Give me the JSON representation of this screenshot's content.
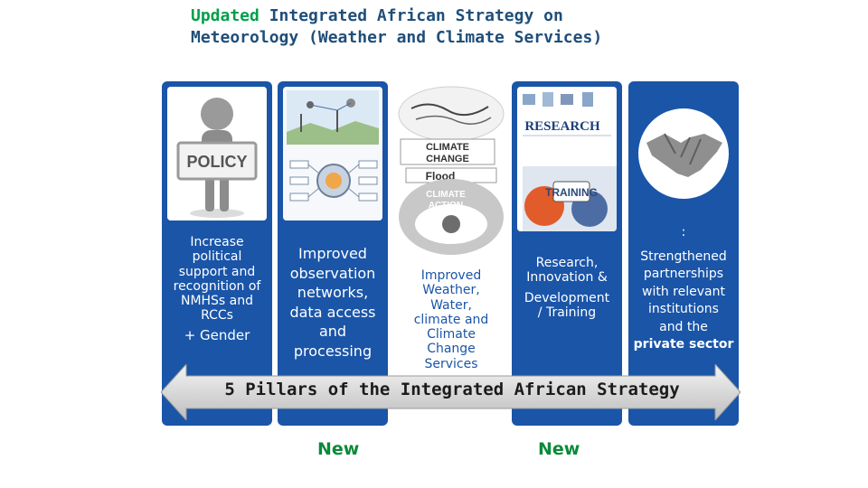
{
  "title": {
    "line1_highlight": "Updated",
    "line1_rest": " Integrated African Strategy on",
    "line2": "Meteorology (Weather and Climate Services)"
  },
  "pillars": [
    {
      "image_label": "POLICY",
      "lines": [
        "Increase",
        "political",
        "support and",
        "recognition of",
        "NMHSs and",
        "RCCs"
      ],
      "extra": "+ Gender"
    },
    {
      "lines": [
        "Improved",
        "observation",
        "networks,",
        "data access",
        "and",
        "processing"
      ]
    },
    {
      "image_labels": [
        "CLIMATE CHANGE",
        "Flood",
        "CLIMATE ACTION"
      ],
      "lines": [
        "Improved",
        "Weather,",
        "Water,",
        "climate and",
        "Climate",
        "Change",
        "Services"
      ]
    },
    {
      "image_labels": [
        "RESEARCH",
        "TRAINING"
      ],
      "lines": [
        "Research,",
        "Innovation &",
        "",
        "Development",
        "/ Training"
      ]
    },
    {
      "top_mark": ":",
      "lines": [
        "Strengthened",
        "partnerships",
        "with relevant",
        "institutions",
        "and the",
        "private sector"
      ]
    }
  ],
  "arrow_label": "5 Pillars of the Integrated African Strategy",
  "new_labels": [
    "New",
    "New"
  ],
  "colors": {
    "pillar_blue": "#1a55a8",
    "title_blue": "#1f4e79",
    "highlight_green": "#00a04a",
    "new_green": "#0a8a3a"
  }
}
